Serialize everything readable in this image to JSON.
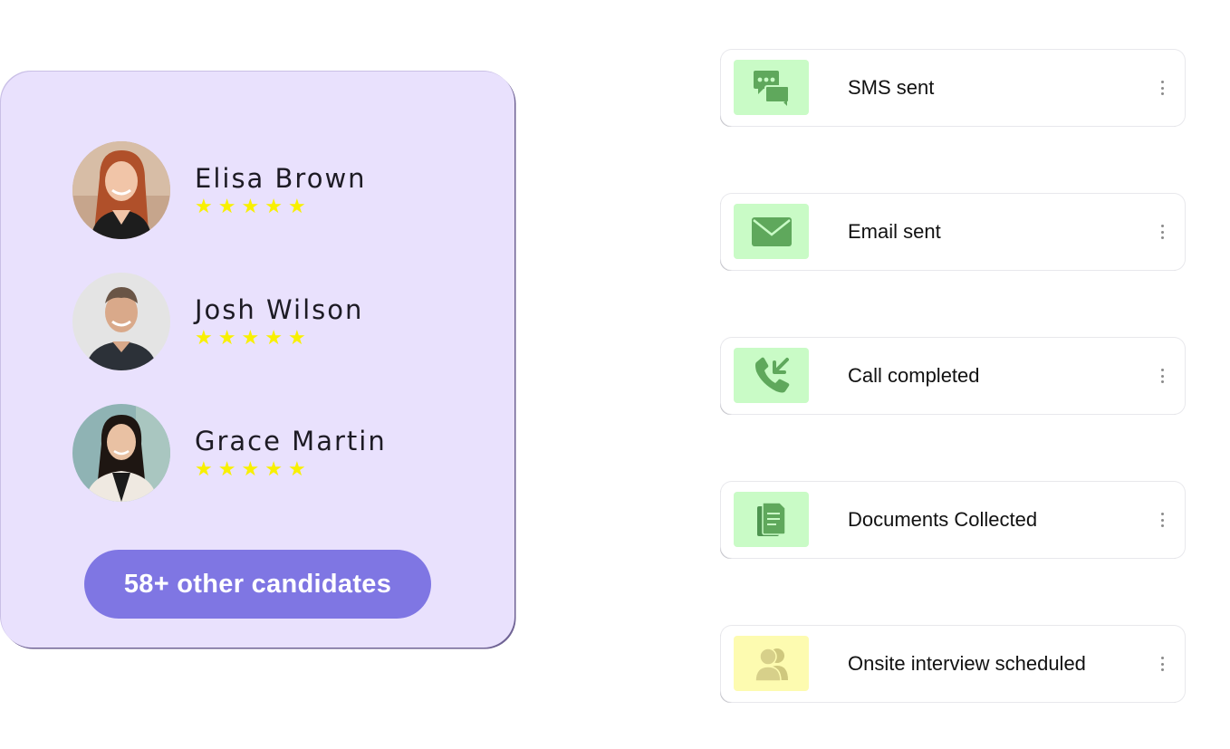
{
  "candidates": {
    "items": [
      {
        "name": "Elisa Brown",
        "rating": 5
      },
      {
        "name": "Josh Wilson",
        "rating": 5
      },
      {
        "name": "Grace Martin",
        "rating": 5
      }
    ],
    "more_button_label": "58+ other candidates"
  },
  "activities": [
    {
      "label": "SMS sent",
      "icon": "sms-chat-icon",
      "icon_bg": "#c9fbc6",
      "icon_color": "#5fa85c"
    },
    {
      "label": "Email sent",
      "icon": "envelope-icon",
      "icon_bg": "#c9fbc6",
      "icon_color": "#5fa85c"
    },
    {
      "label": "Call completed",
      "icon": "incoming-call-icon",
      "icon_bg": "#c9fbc6",
      "icon_color": "#5fa85c"
    },
    {
      "label": "Documents Collected",
      "icon": "documents-icon",
      "icon_bg": "#c9fbc6",
      "icon_color": "#5fa85c"
    },
    {
      "label": "Onsite interview scheduled",
      "icon": "people-icon",
      "icon_bg": "#fdfbb0",
      "icon_color": "#d7d08a"
    }
  ],
  "colors": {
    "card_bg": "#e9e1fd",
    "button_bg": "#7f76e3",
    "star": "#f8f000"
  }
}
